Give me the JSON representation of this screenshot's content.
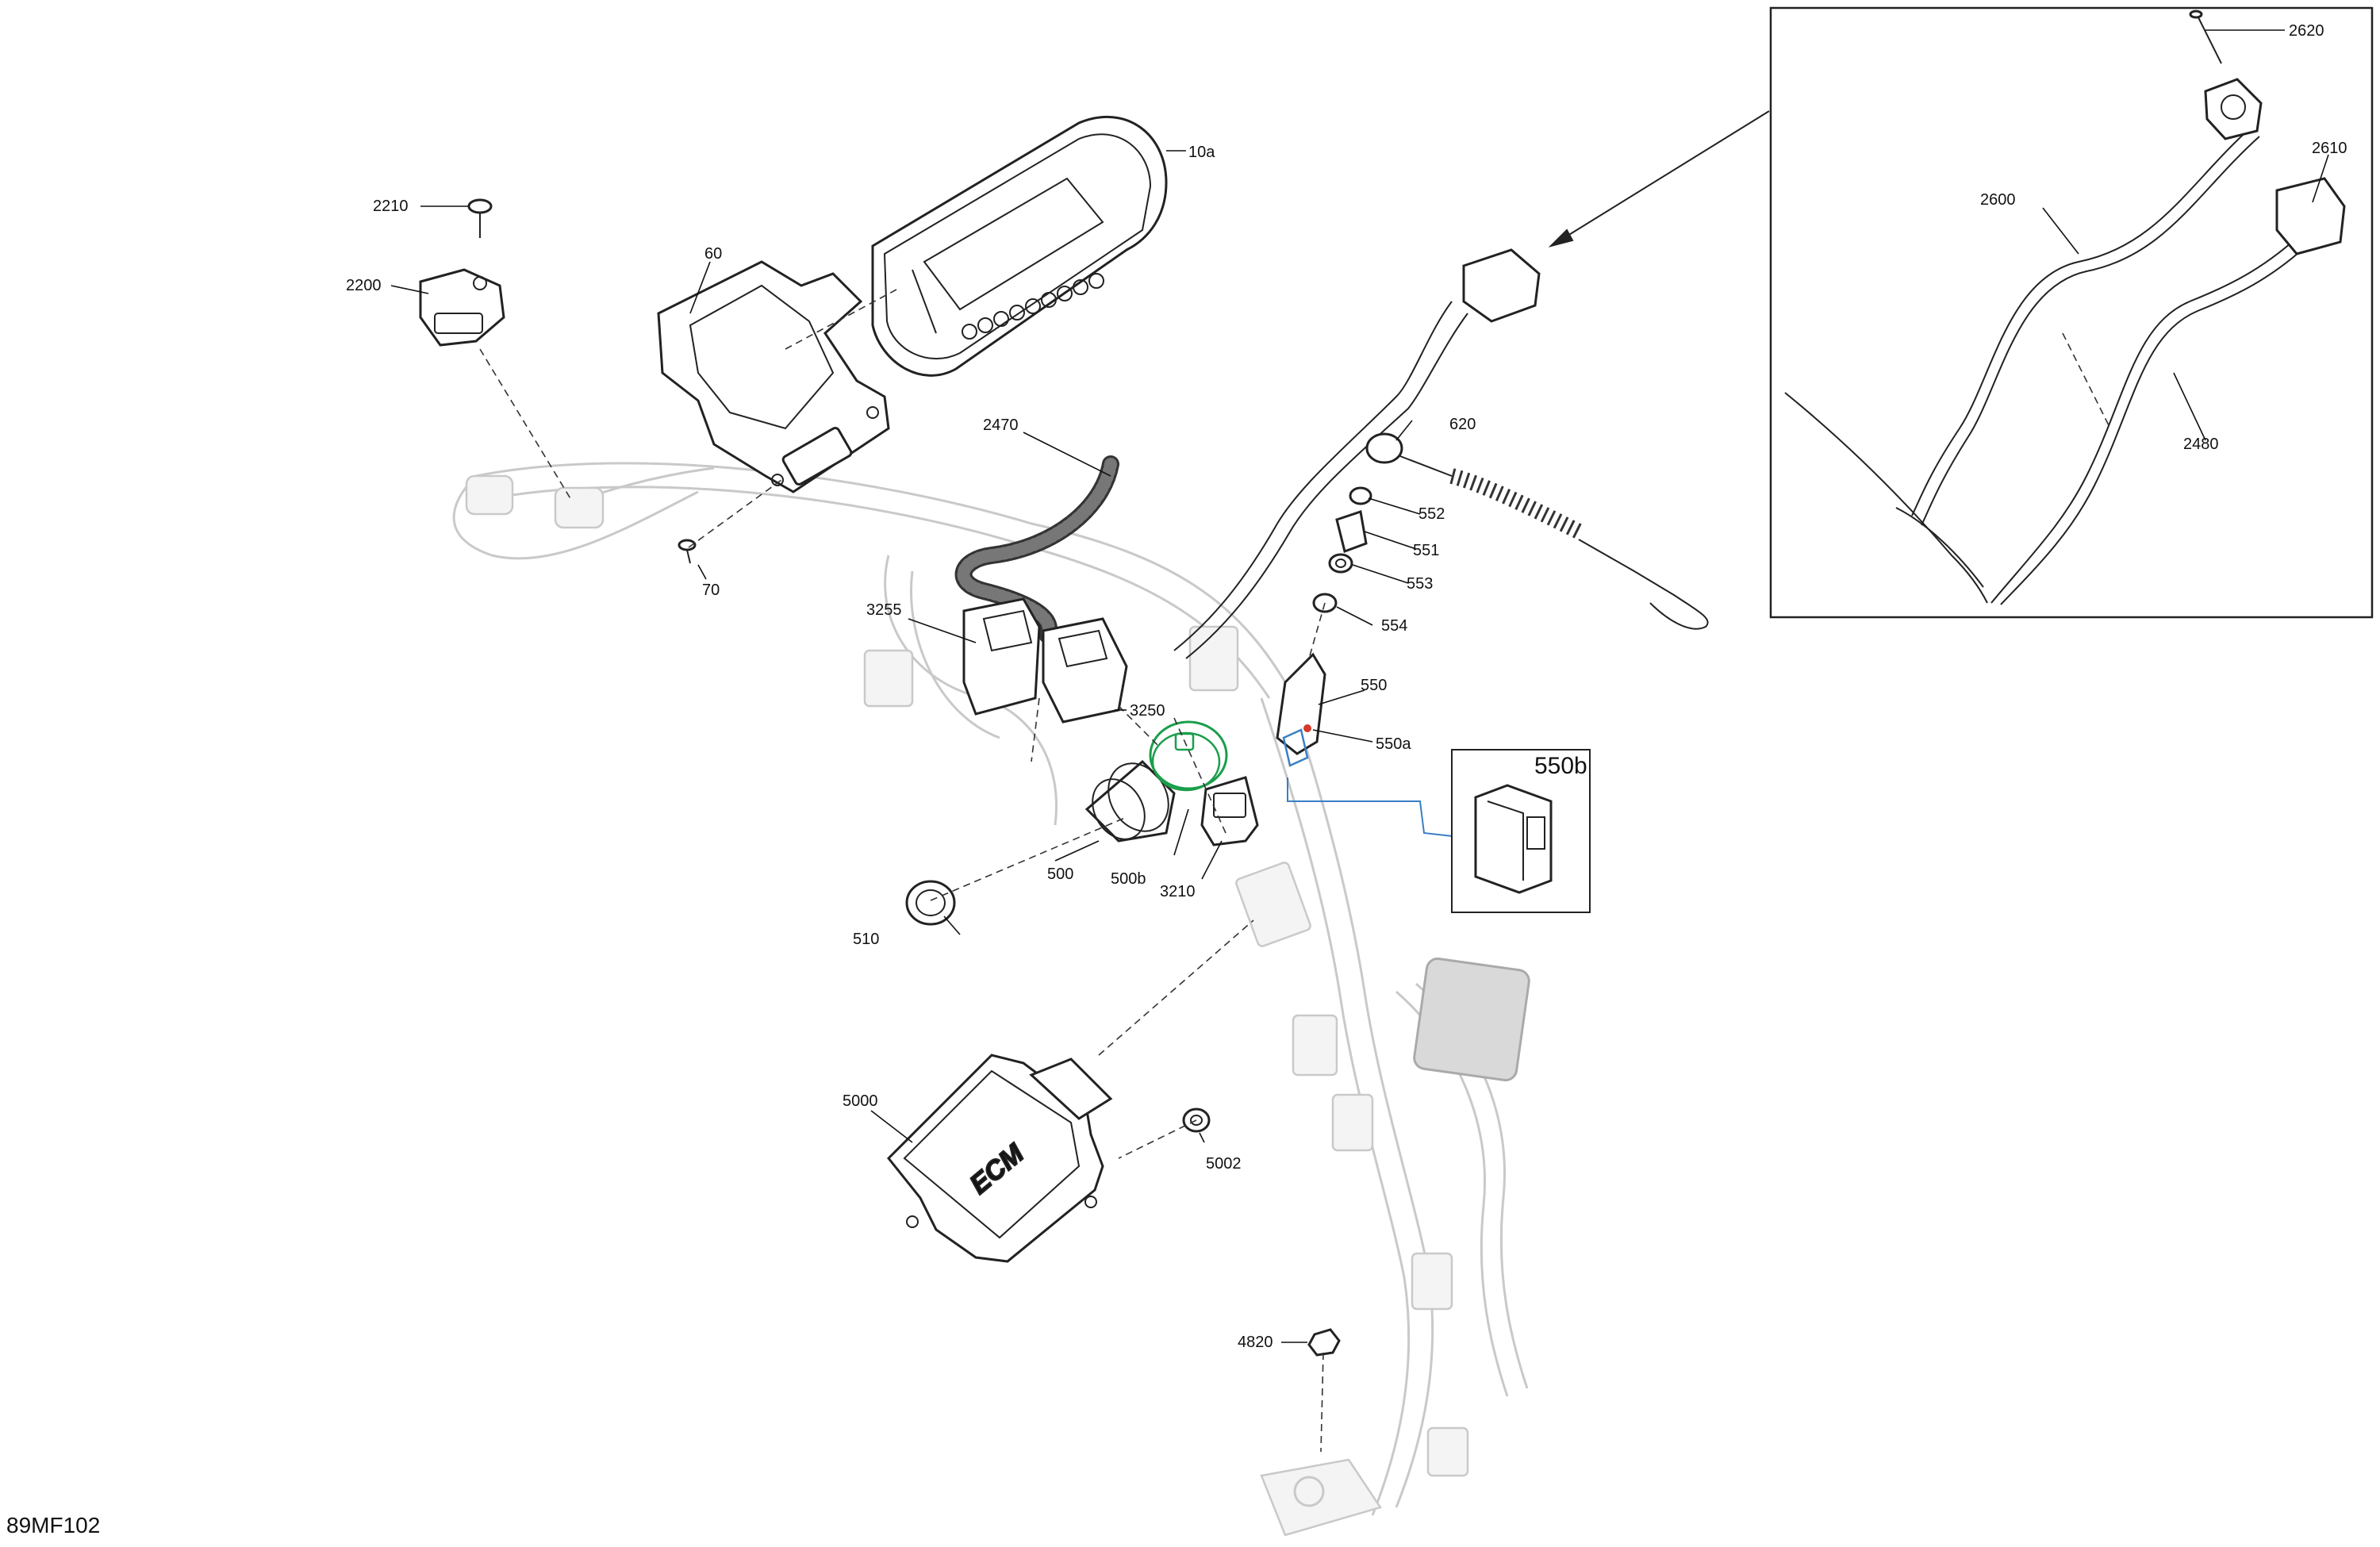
{
  "figure_id": "89MF102",
  "callouts": {
    "c10a": "10a",
    "c60": "60",
    "c70": "70",
    "c2200": "2200",
    "c2210": "2210",
    "c2470": "2470",
    "c3255": "3255",
    "c3250": "3250",
    "c3210": "3210",
    "c500": "500",
    "c500b": "500b",
    "c510": "510",
    "c550": "550",
    "c550a": "550a",
    "c551": "551",
    "c552": "552",
    "c553": "553",
    "c554": "554",
    "c620": "620",
    "c5000": "5000",
    "c5002": "5002",
    "c4820": "4820",
    "c2480": "2480",
    "c2600": "2600",
    "c2610": "2610",
    "c2620": "2620"
  },
  "detail_box": {
    "label": "550b"
  },
  "ecm_logo_text": "ECM",
  "colors": {
    "line": "#222222",
    "ghost": "#c9c9c9",
    "highlight_green": "#1a9e4b",
    "highlight_blue": "#3a7fc4",
    "highlight_red": "#d23a2a"
  }
}
